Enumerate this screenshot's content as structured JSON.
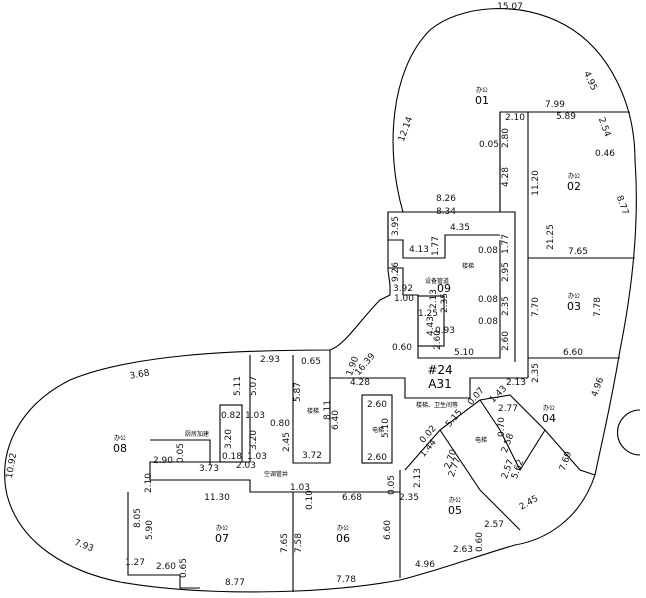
{
  "center": {
    "code": "#24",
    "sub": "A31"
  },
  "rooms": [
    {
      "label": "办公",
      "num": "01"
    },
    {
      "label": "办公",
      "num": "02"
    },
    {
      "label": "办公",
      "num": "03"
    },
    {
      "label": "办公",
      "num": "04"
    },
    {
      "label": "办公",
      "num": "05"
    },
    {
      "label": "办公",
      "num": "06"
    },
    {
      "label": "办公",
      "num": "07"
    },
    {
      "label": "办公",
      "num": "08"
    }
  ],
  "service_labels": {
    "stair_top": "楼梯",
    "stair_left": "楼梯",
    "lobby": "楼梯、卫生间等",
    "elevator_center": "电梯",
    "elevator_right": "电梯",
    "shaft": "空调管井",
    "kitchen": "厨房加建",
    "equipment": "设备管道",
    "small_09": "09"
  },
  "dimensions": [
    "15.07",
    "4.95",
    "7.99",
    "2.10",
    "5.89",
    "2.54",
    "0.46",
    "8.77",
    "12.14",
    "2.80",
    "0.05",
    "4.28",
    "11.20",
    "21.25",
    "8.26",
    "8.34",
    "3.95",
    "4.35",
    "4.13",
    "1.77",
    "0.08",
    "1.77",
    "2.95",
    "7.65",
    "0.08",
    "9.26",
    "3.92",
    "1.00",
    "2.13",
    "2.35",
    "7.70",
    "7.78",
    "0.08",
    "1.25",
    "0.93",
    "2.35",
    "4.43",
    "2.60",
    "2.60",
    "5.10",
    "6.60",
    "0.60",
    "16.39",
    "3.68",
    "2.93",
    "0.65",
    "1.90",
    "5.11",
    "5.07",
    "5.87",
    "4.28",
    "2.13",
    "2.35",
    "4.96",
    "0.82",
    "1.03",
    "0.80",
    "8.11",
    "6.40",
    "2.60",
    "5.10",
    "0.07",
    "1.43",
    "3.20",
    "3.20",
    "0.70",
    "2.77",
    "0.02",
    "5.15",
    "1.44",
    "2.70",
    "2.58",
    "2.45",
    "3.72",
    "2.60",
    "2.90",
    "0.05",
    "0.18",
    "1.03",
    "2.77",
    "5.62",
    "3.73",
    "2.03",
    "2.57",
    "10.92",
    "2.10",
    "11.30",
    "1.03",
    "0.10",
    "6.68",
    "0.05",
    "2.35",
    "2.13",
    "7.69",
    "8.05",
    "5.90",
    "7.65",
    "7.58",
    "6.60",
    "2.45",
    "7.93",
    "1.27",
    "2.60",
    "0.65",
    "8.77",
    "7.78",
    "4.96",
    "2.63",
    "0.60",
    "2.57"
  ]
}
